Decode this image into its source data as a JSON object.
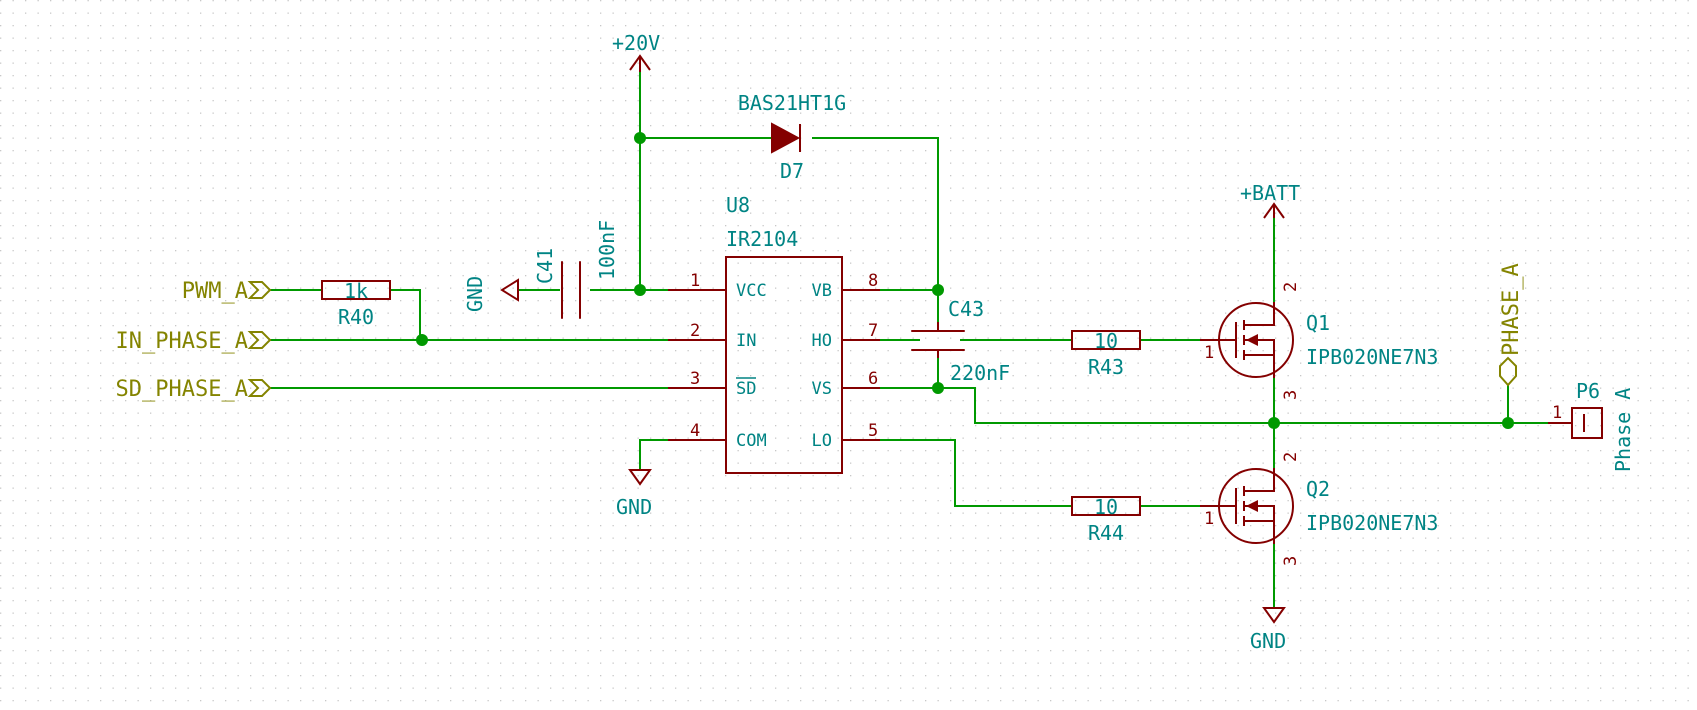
{
  "power": {
    "vcc": "+20V",
    "batt": "+BATT",
    "gnd": "GND"
  },
  "labels": {
    "pwm": "PWM_A",
    "in_phase": "IN_PHASE_A",
    "sd_phase": "SD_PHASE_A",
    "phase": "PHASE_A"
  },
  "components": {
    "u8": {
      "ref": "U8",
      "value": "IR2104",
      "pins": [
        {
          "num": "1",
          "name": "VCC"
        },
        {
          "num": "2",
          "name": "IN"
        },
        {
          "num": "3",
          "name": "SD"
        },
        {
          "num": "4",
          "name": "COM"
        },
        {
          "num": "8",
          "name": "VB"
        },
        {
          "num": "7",
          "name": "HO"
        },
        {
          "num": "6",
          "name": "VS"
        },
        {
          "num": "5",
          "name": "LO"
        }
      ]
    },
    "d7": {
      "ref": "D7",
      "value": "BAS21HT1G"
    },
    "c41": {
      "ref": "C41",
      "value": "100nF"
    },
    "c43": {
      "ref": "C43",
      "value": "220nF"
    },
    "r40": {
      "ref": "R40",
      "value": "1k"
    },
    "r43": {
      "ref": "R43",
      "value": "10"
    },
    "r44": {
      "ref": "R44",
      "value": "10"
    },
    "q1": {
      "ref": "Q1",
      "value": "IPB020NE7N3",
      "pins": [
        "1",
        "2",
        "3"
      ]
    },
    "q2": {
      "ref": "Q2",
      "value": "IPB020NE7N3",
      "pins": [
        "1",
        "2",
        "3"
      ]
    },
    "p6": {
      "ref": "P6",
      "value": "Phase A",
      "pin": "1"
    }
  },
  "colors": {
    "wire": "#009900",
    "component": "#840000",
    "reference": "#008484",
    "label": "#848400",
    "grid": "#c8c8c8"
  }
}
